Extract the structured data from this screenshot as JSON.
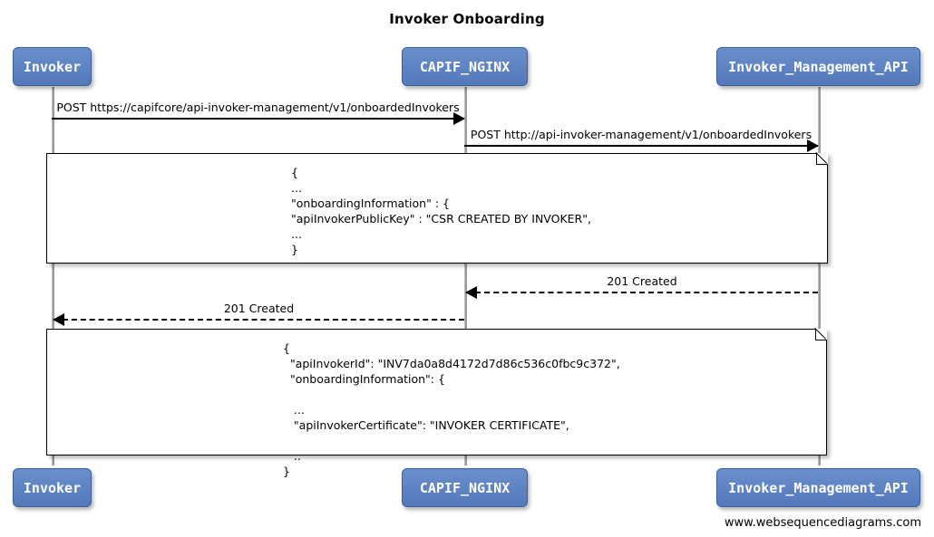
{
  "diagram": {
    "title": "Invoker Onboarding",
    "footer": "www.websequencediagrams.com",
    "colors": {
      "participant_fill": "#5b82c2",
      "participant_border": "#3d6099",
      "participant_text": "#ffffff",
      "lifeline": "#9a9a9a",
      "arrow": "#000000",
      "note_fill": "#ffffff",
      "note_border": "#000000"
    }
  },
  "participants": [
    {
      "name": "Invoker",
      "label": "Invoker"
    },
    {
      "name": "CAPIF_NGINX",
      "label": "CAPIF_NGINX"
    },
    {
      "name": "Invoker_Management_API",
      "label": "Invoker_Management_API"
    }
  ],
  "messages": [
    {
      "id": "msg-1",
      "from": "Invoker",
      "to": "CAPIF_NGINX",
      "label": "POST https://capifcore/api-invoker-management/v1/onboardedInvokers",
      "style": "solid",
      "direction": "right"
    },
    {
      "id": "msg-2",
      "from": "CAPIF_NGINX",
      "to": "Invoker_Management_API",
      "label": "POST http://api-invoker-management/v1/onboardedInvokers",
      "style": "solid",
      "direction": "right"
    },
    {
      "id": "msg-3",
      "from": "Invoker_Management_API",
      "to": "CAPIF_NGINX",
      "label": "201 Created",
      "style": "dashed",
      "direction": "left"
    },
    {
      "id": "msg-4",
      "from": "CAPIF_NGINX",
      "to": "Invoker",
      "label": "201 Created",
      "style": "dashed",
      "direction": "left"
    }
  ],
  "notes": [
    {
      "id": "note-1",
      "text": "{\n...\n\"onboardingInformation\" : {\n\"apiInvokerPublicKey\" : \"CSR CREATED BY INVOKER\",\n...\n}"
    },
    {
      "id": "note-2",
      "text": "{\n  \"apiInvokerId\": \"INV7da0a8d4172d7d86c536c0fbc9c372\",\n  \"onboardingInformation\": {\n\n   ...\n   \"apiInvokerCertificate\": \"INVOKER CERTIFICATE\",\n\n   ..\n}"
    }
  ]
}
